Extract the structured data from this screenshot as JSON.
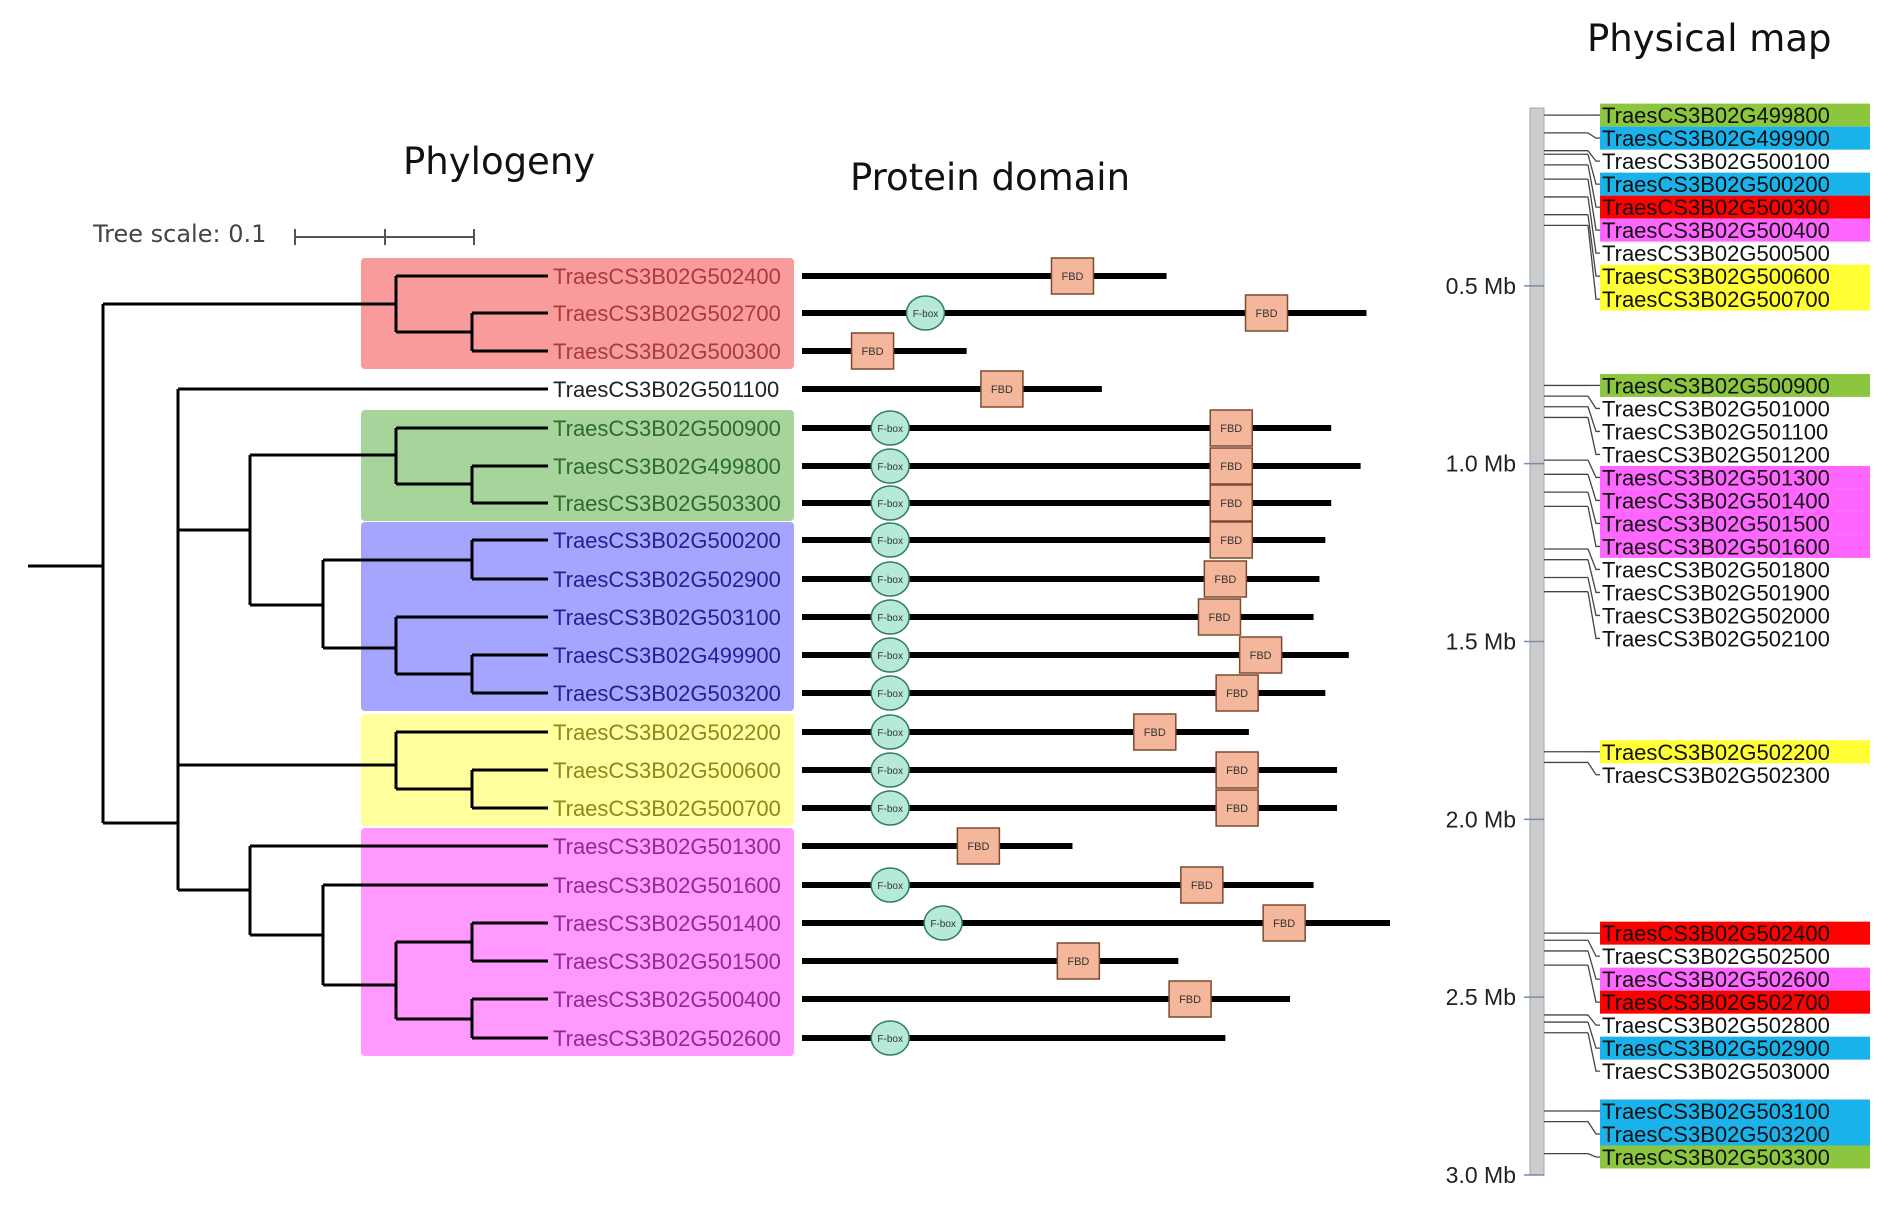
{
  "headers": {
    "phylogeny": "Phylogeny",
    "protein_domain": "Protein domain",
    "physical_map": "Physical map"
  },
  "tree_scale": {
    "label": "Tree scale: 0.1"
  },
  "clade_colors": {
    "red": "#f99b9b",
    "green": "#a6d49a",
    "blue": "#a5a5ff",
    "yellow": "#ffff9e",
    "magenta": "#ff99ff"
  },
  "tree_leaves": [
    {
      "label": "TraesCS3B02G502400",
      "clade": "red",
      "text_color": "#a83c3c"
    },
    {
      "label": "TraesCS3B02G502700",
      "clade": "red",
      "text_color": "#a83c3c"
    },
    {
      "label": "TraesCS3B02G500300",
      "clade": "red",
      "text_color": "#a83c3c"
    },
    {
      "label": "TraesCS3B02G501100",
      "clade": null,
      "text_color": "#222222"
    },
    {
      "label": "TraesCS3B02G500900",
      "clade": "green",
      "text_color": "#2d6b2d"
    },
    {
      "label": "TraesCS3B02G499800",
      "clade": "green",
      "text_color": "#2d6b2d"
    },
    {
      "label": "TraesCS3B02G503300",
      "clade": "green",
      "text_color": "#2d6b2d"
    },
    {
      "label": "TraesCS3B02G500200",
      "clade": "blue",
      "text_color": "#22228f"
    },
    {
      "label": "TraesCS3B02G502900",
      "clade": "blue",
      "text_color": "#22228f"
    },
    {
      "label": "TraesCS3B02G503100",
      "clade": "blue",
      "text_color": "#22228f"
    },
    {
      "label": "TraesCS3B02G499900",
      "clade": "blue",
      "text_color": "#22228f"
    },
    {
      "label": "TraesCS3B02G503200",
      "clade": "blue",
      "text_color": "#22228f"
    },
    {
      "label": "TraesCS3B02G502200",
      "clade": "yellow",
      "text_color": "#8a8a1a"
    },
    {
      "label": "TraesCS3B02G500600",
      "clade": "yellow",
      "text_color": "#8a8a1a"
    },
    {
      "label": "TraesCS3B02G500700",
      "clade": "yellow",
      "text_color": "#8a8a1a"
    },
    {
      "label": "TraesCS3B02G501300",
      "clade": "magenta",
      "text_color": "#8e2b8e"
    },
    {
      "label": "TraesCS3B02G501600",
      "clade": "magenta",
      "text_color": "#8e2b8e"
    },
    {
      "label": "TraesCS3B02G501400",
      "clade": "magenta",
      "text_color": "#8e2b8e"
    },
    {
      "label": "TraesCS3B02G501500",
      "clade": "magenta",
      "text_color": "#8e2b8e"
    },
    {
      "label": "TraesCS3B02G500400",
      "clade": "magenta",
      "text_color": "#8e2b8e"
    },
    {
      "label": "TraesCS3B02G502600",
      "clade": "magenta",
      "text_color": "#8e2b8e"
    }
  ],
  "domain_labels": {
    "fbox": "F-box",
    "fbd": "FBD"
  },
  "protein_domains": [
    {
      "gene": "TraesCS3B02G502400",
      "length": 0.62,
      "fbox": null,
      "fbd": 0.46
    },
    {
      "gene": "TraesCS3B02G502700",
      "length": 0.96,
      "fbox": 0.21,
      "fbd": 0.79
    },
    {
      "gene": "TraesCS3B02G500300",
      "length": 0.28,
      "fbox": null,
      "fbd": 0.12
    },
    {
      "gene": "TraesCS3B02G501100",
      "length": 0.51,
      "fbox": null,
      "fbd": 0.34
    },
    {
      "gene": "TraesCS3B02G500900",
      "length": 0.9,
      "fbox": 0.15,
      "fbd": 0.73
    },
    {
      "gene": "TraesCS3B02G499800",
      "length": 0.95,
      "fbox": 0.15,
      "fbd": 0.73
    },
    {
      "gene": "TraesCS3B02G503300",
      "length": 0.9,
      "fbox": 0.15,
      "fbd": 0.73
    },
    {
      "gene": "TraesCS3B02G500200",
      "length": 0.89,
      "fbox": 0.15,
      "fbd": 0.73
    },
    {
      "gene": "TraesCS3B02G502900",
      "length": 0.88,
      "fbox": 0.15,
      "fbd": 0.72
    },
    {
      "gene": "TraesCS3B02G503100",
      "length": 0.87,
      "fbox": 0.15,
      "fbd": 0.71
    },
    {
      "gene": "TraesCS3B02G499900",
      "length": 0.93,
      "fbox": 0.15,
      "fbd": 0.78
    },
    {
      "gene": "TraesCS3B02G503200",
      "length": 0.89,
      "fbox": 0.15,
      "fbd": 0.74
    },
    {
      "gene": "TraesCS3B02G502200",
      "length": 0.76,
      "fbox": 0.15,
      "fbd": 0.6
    },
    {
      "gene": "TraesCS3B02G500600",
      "length": 0.91,
      "fbox": 0.15,
      "fbd": 0.74
    },
    {
      "gene": "TraesCS3B02G500700",
      "length": 0.91,
      "fbox": 0.15,
      "fbd": 0.74
    },
    {
      "gene": "TraesCS3B02G501300",
      "length": 0.46,
      "fbox": null,
      "fbd": 0.3
    },
    {
      "gene": "TraesCS3B02G501600",
      "length": 0.87,
      "fbox": 0.15,
      "fbd": 0.68
    },
    {
      "gene": "TraesCS3B02G501400",
      "length": 1.0,
      "fbox": 0.24,
      "fbd": 0.82
    },
    {
      "gene": "TraesCS3B02G501500",
      "length": 0.64,
      "fbox": null,
      "fbd": 0.47
    },
    {
      "gene": "TraesCS3B02G500400",
      "length": 0.83,
      "fbox": null,
      "fbd": 0.66
    },
    {
      "gene": "TraesCS3B02G502600",
      "length": 0.72,
      "fbox": 0.15,
      "fbd": null
    }
  ],
  "physical_map": {
    "axis_ticks": [
      {
        "label": "0.5 Mb",
        "mb": 0.5
      },
      {
        "label": "1.0 Mb",
        "mb": 1.0
      },
      {
        "label": "1.5 Mb",
        "mb": 1.5
      },
      {
        "label": "2.0 Mb",
        "mb": 2.0
      },
      {
        "label": "2.5 Mb",
        "mb": 2.5
      },
      {
        "label": "3.0 Mb",
        "mb": 3.0
      }
    ],
    "genes": [
      {
        "label": "TraesCS3B02G499800",
        "highlight": "#8cc63f",
        "mb": 0.02
      },
      {
        "label": "TraesCS3B02G499900",
        "highlight": "#1ab2ea",
        "mb": 0.07
      },
      {
        "label": "TraesCS3B02G500100",
        "highlight": null,
        "mb": 0.12
      },
      {
        "label": "TraesCS3B02G500200",
        "highlight": "#1ab2ea",
        "mb": 0.13
      },
      {
        "label": "TraesCS3B02G500300",
        "highlight": "#ff0000",
        "mb": 0.16
      },
      {
        "label": "TraesCS3B02G500400",
        "highlight": "#ff66ff",
        "mb": 0.2
      },
      {
        "label": "TraesCS3B02G500500",
        "highlight": null,
        "mb": 0.25
      },
      {
        "label": "TraesCS3B02G500600",
        "highlight": "#ffff33",
        "mb": 0.3
      },
      {
        "label": "TraesCS3B02G500700",
        "highlight": "#ffff33",
        "mb": 0.33
      },
      {
        "label": "TraesCS3B02G500900",
        "highlight": "#8cc63f",
        "mb": 0.78
      },
      {
        "label": "TraesCS3B02G501000",
        "highlight": null,
        "mb": 0.81
      },
      {
        "label": "TraesCS3B02G501100",
        "highlight": null,
        "mb": 0.84
      },
      {
        "label": "TraesCS3B02G501200",
        "highlight": null,
        "mb": 0.87
      },
      {
        "label": "TraesCS3B02G501300",
        "highlight": "#ff66ff",
        "mb": 0.99
      },
      {
        "label": "TraesCS3B02G501400",
        "highlight": "#ff66ff",
        "mb": 1.03
      },
      {
        "label": "TraesCS3B02G501500",
        "highlight": "#ff66ff",
        "mb": 1.08
      },
      {
        "label": "TraesCS3B02G501600",
        "highlight": "#ff66ff",
        "mb": 1.12
      },
      {
        "label": "TraesCS3B02G501800",
        "highlight": null,
        "mb": 1.24
      },
      {
        "label": "TraesCS3B02G501900",
        "highlight": null,
        "mb": 1.27
      },
      {
        "label": "TraesCS3B02G502000",
        "highlight": null,
        "mb": 1.32
      },
      {
        "label": "TraesCS3B02G502100",
        "highlight": null,
        "mb": 1.36
      },
      {
        "label": "TraesCS3B02G502200",
        "highlight": "#ffff33",
        "mb": 1.81
      },
      {
        "label": "TraesCS3B02G502300",
        "highlight": null,
        "mb": 1.84
      },
      {
        "label": "TraesCS3B02G502400",
        "highlight": "#ff0000",
        "mb": 2.32
      },
      {
        "label": "TraesCS3B02G502500",
        "highlight": null,
        "mb": 2.34
      },
      {
        "label": "TraesCS3B02G502600",
        "highlight": "#ff66ff",
        "mb": 2.37
      },
      {
        "label": "TraesCS3B02G502700",
        "highlight": "#ff0000",
        "mb": 2.41
      },
      {
        "label": "TraesCS3B02G502800",
        "highlight": null,
        "mb": 2.55
      },
      {
        "label": "TraesCS3B02G502900",
        "highlight": "#1ab2ea",
        "mb": 2.57
      },
      {
        "label": "TraesCS3B02G503000",
        "highlight": null,
        "mb": 2.6
      },
      {
        "label": "TraesCS3B02G503100",
        "highlight": "#1ab2ea",
        "mb": 2.82
      },
      {
        "label": "TraesCS3B02G503200",
        "highlight": "#1ab2ea",
        "mb": 2.85
      },
      {
        "label": "TraesCS3B02G503300",
        "highlight": "#8cc63f",
        "mb": 2.94
      }
    ]
  }
}
